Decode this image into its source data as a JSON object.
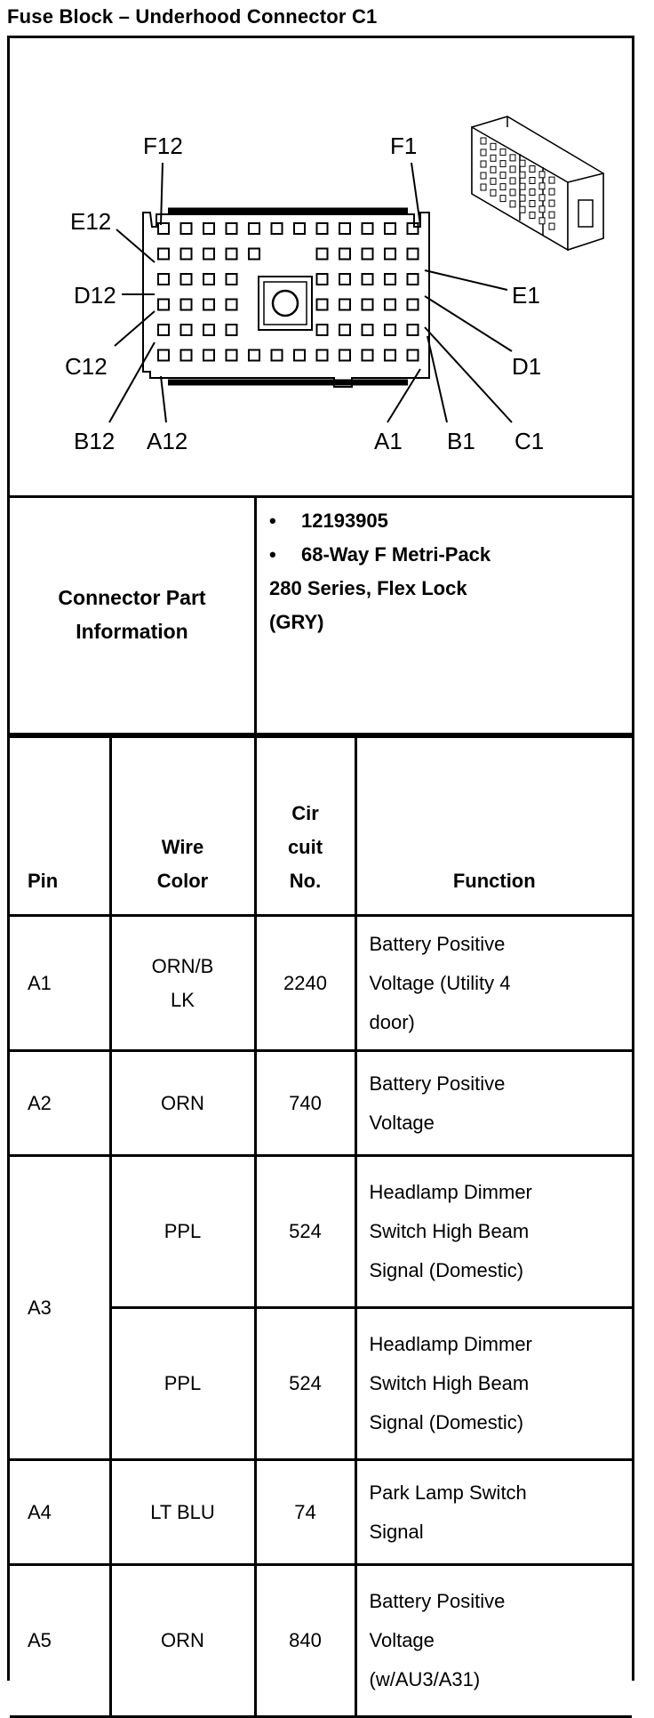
{
  "title": "Fuse Block – Underhood Connector C1",
  "diagram": {
    "labels": {
      "F12": "F12",
      "F1": "F1",
      "E12": "E12",
      "E1": "E1",
      "D12": "D12",
      "D1": "D1",
      "C12": "C12",
      "C1": "C1",
      "B12": "B12",
      "B1": "B1",
      "A12": "A12",
      "A1": "A1"
    }
  },
  "part_info": {
    "label_line1": "Connector Part",
    "label_line2": "Information",
    "bullet_char": "•",
    "part_number": "12193905",
    "desc_line1": "68-Way F Metri-Pack",
    "desc_line2": "280 Series, Flex Lock",
    "desc_line3": "(GRY)"
  },
  "table": {
    "headers": {
      "pin": "Pin",
      "wire_color_1": "Wire",
      "wire_color_2": "Color",
      "circuit_1": "Cir",
      "circuit_2": "cuit",
      "circuit_3": "No.",
      "function": "Function"
    },
    "rows": [
      {
        "pin": "A1",
        "color_1": "ORN/B",
        "color_2": "LK",
        "circuit": "2240",
        "func_1": "Battery Positive",
        "func_2": "Voltage (Utility 4",
        "func_3": "door)"
      },
      {
        "pin": "A2",
        "color_1": "ORN",
        "circuit": "740",
        "func_1": "Battery Positive",
        "func_2": "Voltage"
      },
      {
        "pin": "A3",
        "color_1": "PPL",
        "circuit": "524",
        "func_1": "Headlamp Dimmer",
        "func_2": "Switch High Beam",
        "func_3": "Signal (Domestic)"
      },
      {
        "pin": "",
        "color_1": "PPL",
        "circuit": "524",
        "func_1": "Headlamp Dimmer",
        "func_2": "Switch High Beam",
        "func_3": "Signal (Domestic)"
      },
      {
        "pin": "A4",
        "color_1": "LT BLU",
        "circuit": "74",
        "func_1": "Park Lamp Switch",
        "func_2": "Signal"
      },
      {
        "pin": "A5",
        "color_1": "ORN",
        "circuit": "840",
        "func_1": "Battery Positive",
        "func_2": "Voltage",
        "func_3": "(w/AU3/A31)"
      }
    ]
  }
}
